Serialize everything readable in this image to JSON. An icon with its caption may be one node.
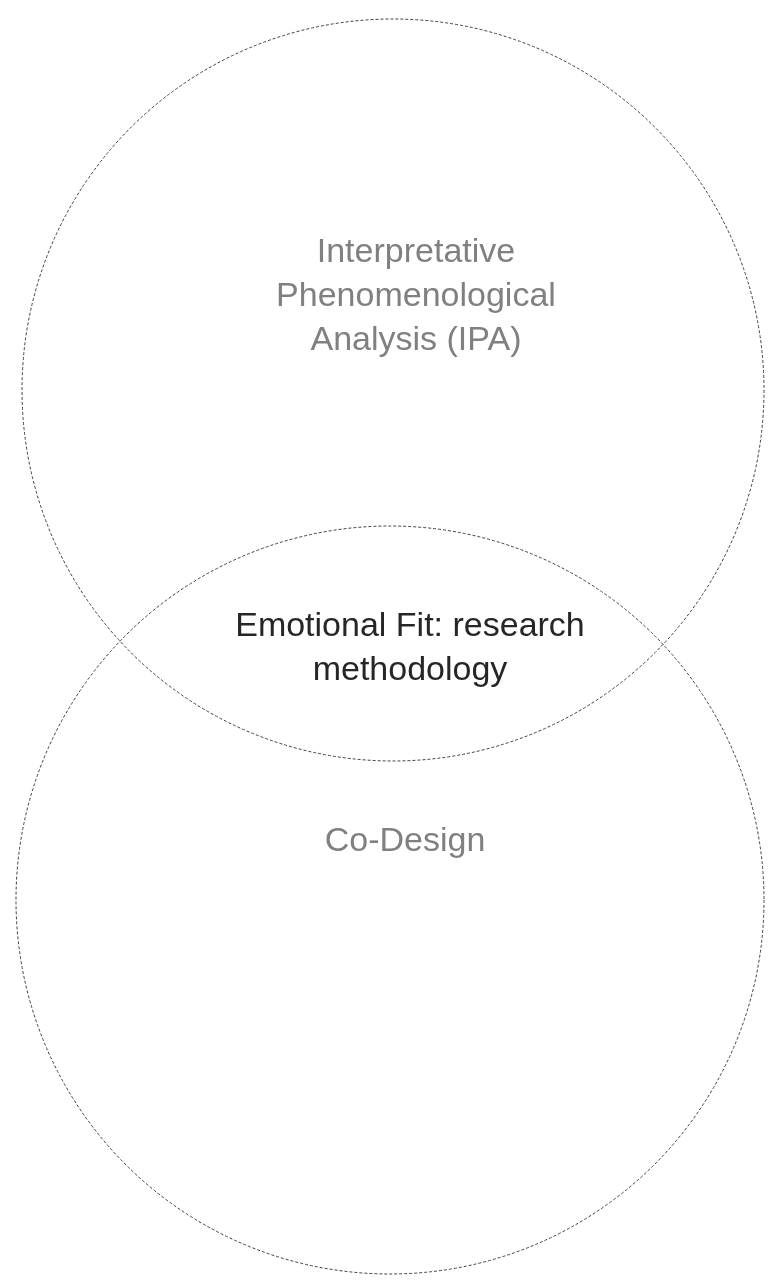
{
  "diagram": {
    "nodes": [
      {
        "text": [
          "Interpretative Phenomenological Analysis (IPA)"
        ]
      },
      {
        "text": [
          "Co-Design"
        ]
      },
      {
        "text": [
          "Emotional Fit: research methodology"
        ]
      }
    ]
  }
}
